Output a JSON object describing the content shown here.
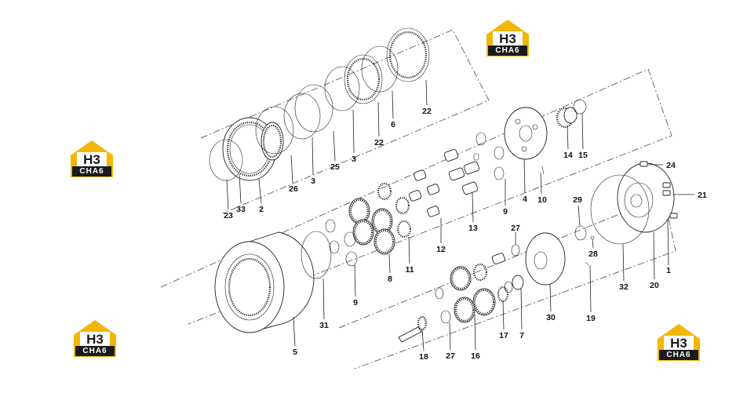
{
  "logo": {
    "mark": "H3",
    "text": "CHA6",
    "color_gold": "#f2b705",
    "color_dark": "#1a1a1a"
  },
  "labels": {
    "l1": "1",
    "l2": "2",
    "l3a": "3",
    "l3b": "3",
    "l4": "4",
    "l5": "5",
    "l6": "6",
    "l7": "7",
    "l8": "8",
    "l9a": "9",
    "l9b": "9",
    "l10": "10",
    "l11": "11",
    "l12": "12",
    "l13": "13",
    "l14": "14",
    "l15": "15",
    "l16": "16",
    "l17": "17",
    "l18": "18",
    "l19": "19",
    "l20": "20",
    "l21": "21",
    "l22a": "22",
    "l22b": "22",
    "l23": "23",
    "l24": "24",
    "l25": "25",
    "l26": "26",
    "l27a": "27",
    "l27b": "27",
    "l28": "28",
    "l29": "29",
    "l30": "30",
    "l31": "31",
    "l32": "32",
    "l33": "33"
  }
}
